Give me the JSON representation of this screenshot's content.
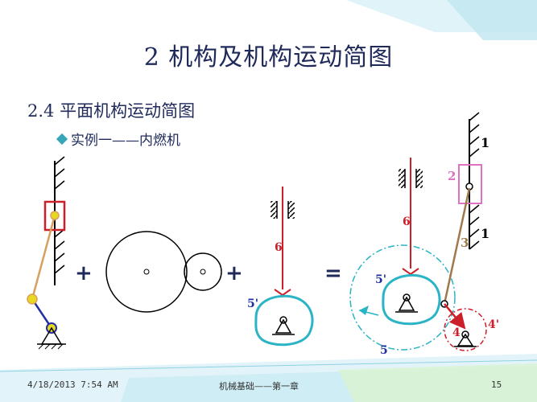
{
  "slide": {
    "title": "2 机构及机构运动简图",
    "subtitle": "2.4 平面机构运动简图",
    "bullet": "实例一——内燃机"
  },
  "operators": {
    "plus1": "+",
    "plus2": "+",
    "equals": "="
  },
  "labels": {
    "rod6_mid": "6",
    "cam5p_mid": "5'",
    "rod6_right": "6",
    "cam5p_right": "5'",
    "gear5_right": "5",
    "frame1_top": "1",
    "frame1_bottom": "1",
    "slider2": "2",
    "link3": "3",
    "crank4": "4",
    "crank4p": "4'"
  },
  "footer": {
    "date": "4/18/2013 7:54 AM",
    "center": "机械基础——第一章",
    "page": "15"
  },
  "colors": {
    "title": "#1f2a5a",
    "red": "#cc1f2a",
    "cam": "#2bb3c6",
    "slider_pink": "#e070c0",
    "link_brown": "#a0784a",
    "joint_yellow": "#e8d820",
    "joint_blue": "#2030a0"
  }
}
